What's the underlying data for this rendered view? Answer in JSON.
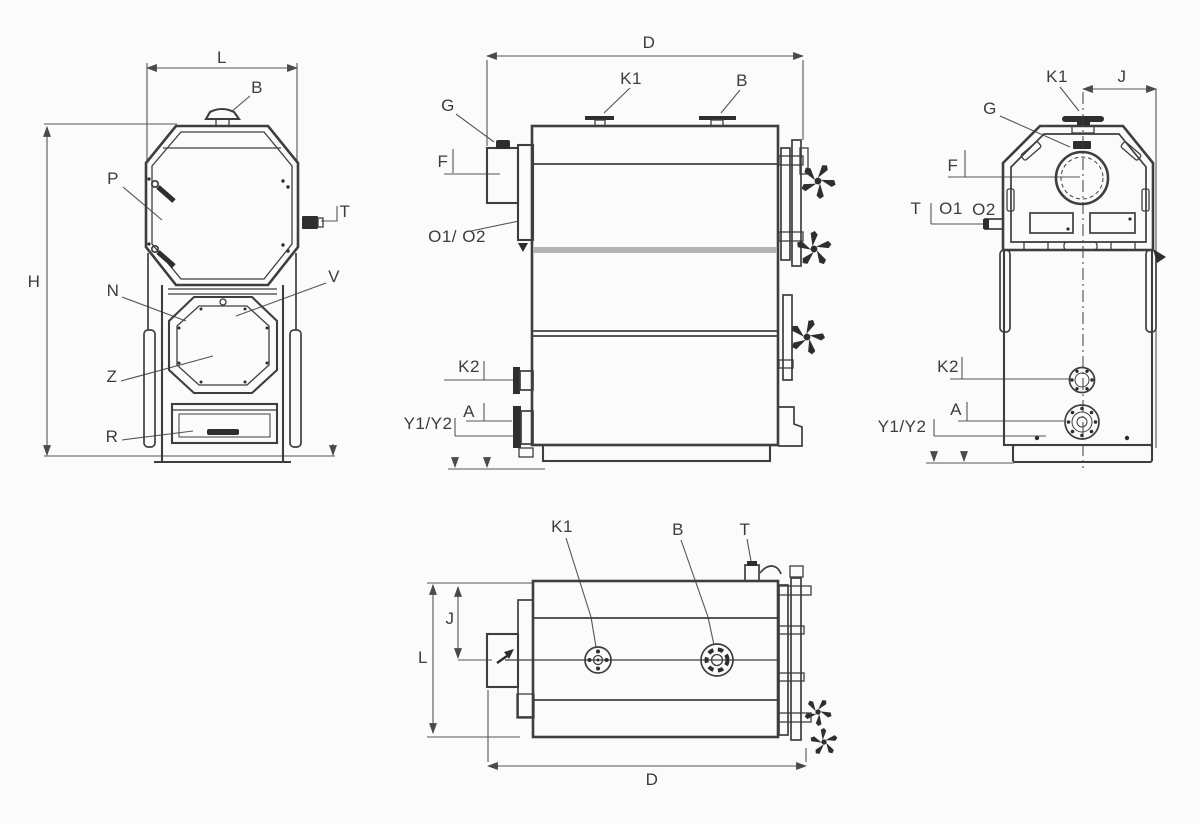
{
  "doc_type": "technical-drawing",
  "subject": "Solid fuel boiler dimensional drawing with four orthographic views",
  "labels": {
    "front": {
      "L": "L",
      "B": "B",
      "P": "P",
      "T": "T",
      "H": "H",
      "N": "N",
      "V": "V",
      "Z": "Z",
      "R": "R"
    },
    "side": {
      "D": "D",
      "K1": "K1",
      "B": "B",
      "G": "G",
      "F": "F",
      "O1O2": "O1/ O2",
      "K2": "K2",
      "A": "A",
      "Y1Y2": "Y1/Y2"
    },
    "rear": {
      "K1": "K1",
      "J": "J",
      "G": "G",
      "F": "F",
      "T": "T",
      "O1": "O1",
      "O2": "O2",
      "K2": "K2",
      "A": "A",
      "Y1Y2": "Y1/Y2"
    },
    "top": {
      "K1": "K1",
      "B": "B",
      "T": "T",
      "J": "J",
      "L": "L",
      "D": "D"
    }
  },
  "style": {
    "background": "#fbfbfb",
    "line_color": "#3e3e3e",
    "dim_color": "#555555",
    "band_color": "#b3b3b3",
    "label_color": "#3c3c3c"
  }
}
